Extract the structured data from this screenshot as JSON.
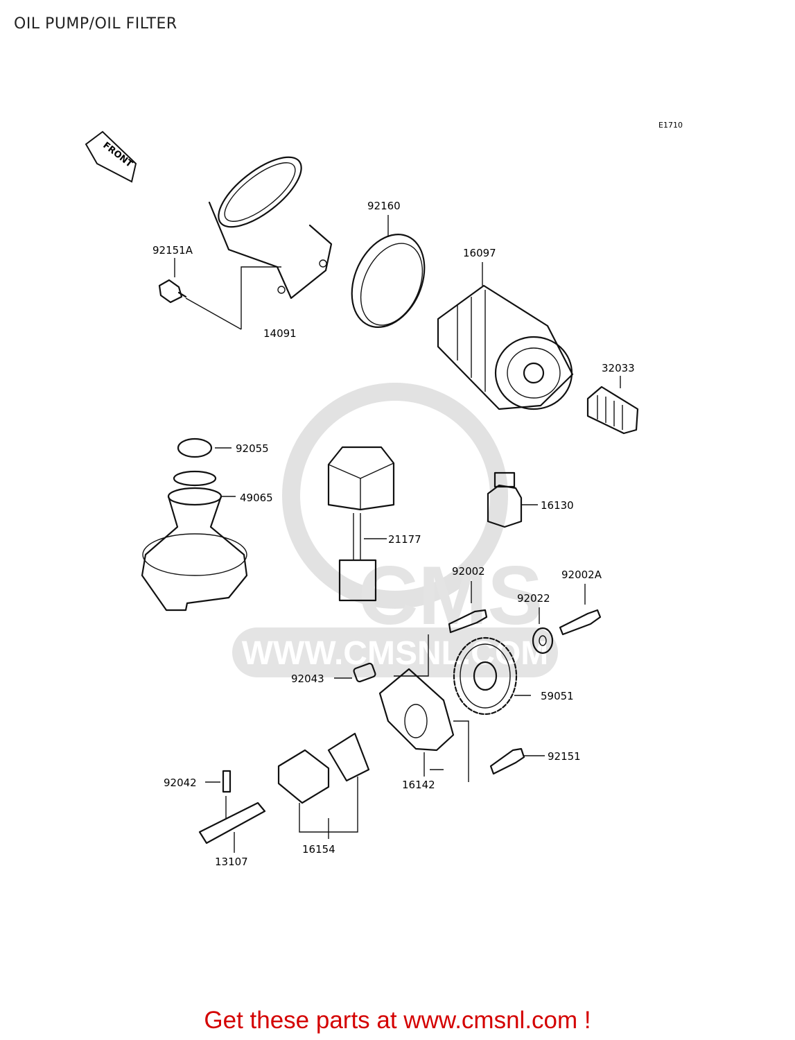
{
  "title": "OIL PUMP/OIL FILTER",
  "drawing_code": "E1710",
  "front_label": "FRONT",
  "watermark": {
    "logo": "CMS",
    "url": "WWW.CMSNL.COM"
  },
  "parts": [
    {
      "number": "92151A"
    },
    {
      "number": "14091"
    },
    {
      "number": "92160"
    },
    {
      "number": "16097"
    },
    {
      "number": "32033"
    },
    {
      "number": "92055"
    },
    {
      "number": "49065"
    },
    {
      "number": "16130"
    },
    {
      "number": "21177"
    },
    {
      "number": "92002"
    },
    {
      "number": "92002A"
    },
    {
      "number": "92022"
    },
    {
      "number": "92043"
    },
    {
      "number": "59051"
    },
    {
      "number": "92151"
    },
    {
      "number": "92042"
    },
    {
      "number": "16142"
    },
    {
      "number": "16154"
    },
    {
      "number": "13107"
    }
  ],
  "footer": "Get these parts at www.cmsnl.com !"
}
